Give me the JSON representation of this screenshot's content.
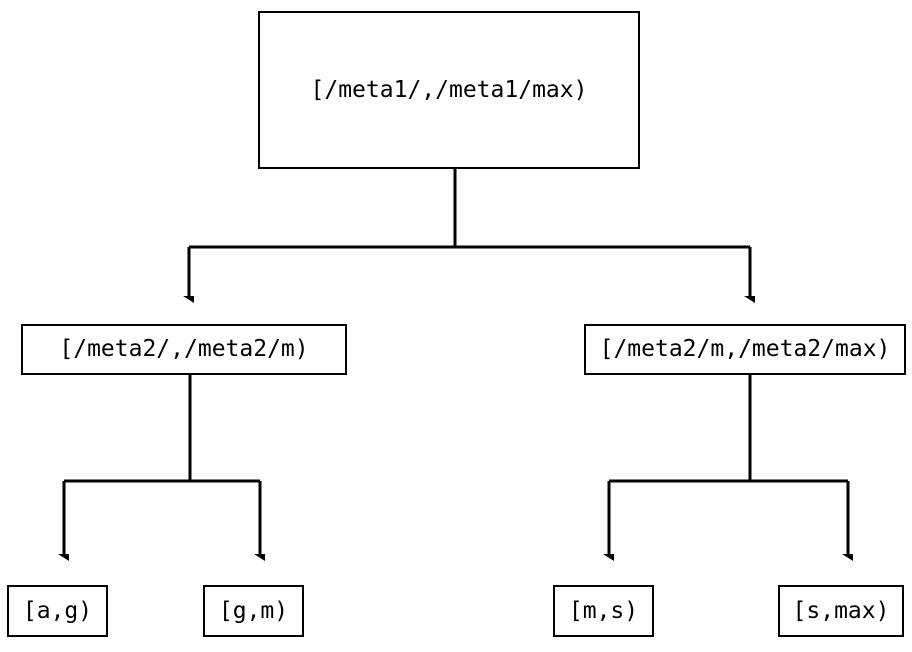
{
  "diagram": {
    "type": "tree",
    "title": "",
    "background_color": "#ffffff",
    "line_color": "#000000",
    "text_color": "#000000",
    "nodes": {
      "root": {
        "label": "[/meta1/,/meta1/max)"
      },
      "mid_left": {
        "label": "[/meta2/,/meta2/m)"
      },
      "mid_right": {
        "label": "[/meta2/m,/meta2/max)"
      },
      "leaf_a_g": {
        "label": "[a,g)"
      },
      "leaf_g_m": {
        "label": "[g,m)"
      },
      "leaf_m_s": {
        "label": "[m,s)"
      },
      "leaf_s_max": {
        "label": "[s,max)"
      }
    },
    "edges": [
      {
        "from": "root",
        "to": "mid_left",
        "arrow": "down"
      },
      {
        "from": "root",
        "to": "mid_right",
        "arrow": "down"
      },
      {
        "from": "mid_left",
        "to": "leaf_a_g",
        "arrow": "down"
      },
      {
        "from": "mid_left",
        "to": "leaf_g_m",
        "arrow": "down"
      },
      {
        "from": "mid_right",
        "to": "leaf_m_s",
        "arrow": "down"
      },
      {
        "from": "mid_right",
        "to": "leaf_s_max",
        "arrow": "down"
      }
    ]
  }
}
